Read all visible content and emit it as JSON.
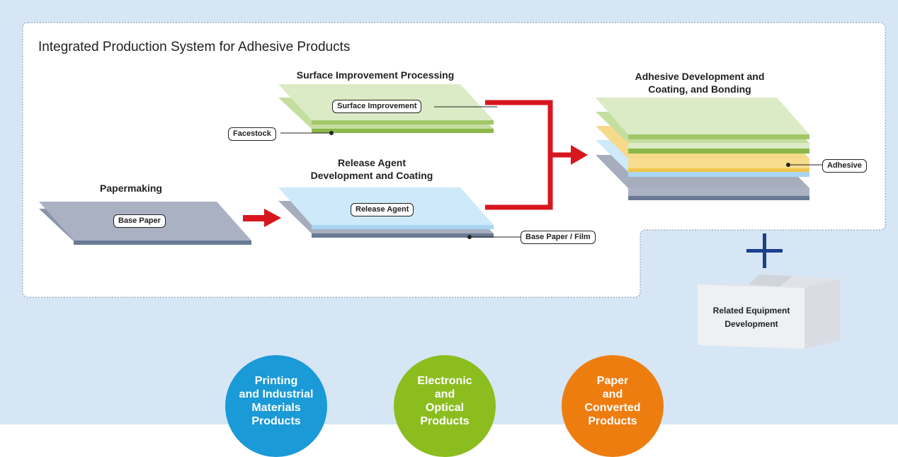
{
  "title": "Integrated Production System for Adhesive Products",
  "stages": {
    "surface": "Surface Improvement Processing",
    "release": "Release Agent\nDevelopment and Coating",
    "papermaking": "Papermaking",
    "adhesive": "Adhesive Development and\nCoating, and Bonding"
  },
  "labels": {
    "surface_improvement": "Surface Improvement",
    "facestock": "Facestock",
    "release_agent": "Release Agent",
    "base_paper": "Base Paper",
    "base_paper_film": "Base Paper / Film",
    "adhesive": "Adhesive"
  },
  "equipment": "Related Equipment\nDevelopment",
  "products": [
    {
      "label": "Printing\nand Industrial\nMaterials\nProducts",
      "color": "#1a9ad6"
    },
    {
      "label": "Electronic\nand\nOptical\nProducts",
      "color": "#8cbd1f"
    },
    {
      "label": "Paper\nand\nConverted\nProducts",
      "color": "#ee7d10"
    }
  ],
  "colors": {
    "background": "#d6e6f5",
    "arrow": "#d7161e",
    "plus": "#1b3f8b",
    "green_layer": "#d5e7b8",
    "green_edge": "#93bf4b",
    "blue_layer": "#c9e6f8",
    "gray_layer": "#a6adbd",
    "yellow_layer": "#f6d98a"
  }
}
